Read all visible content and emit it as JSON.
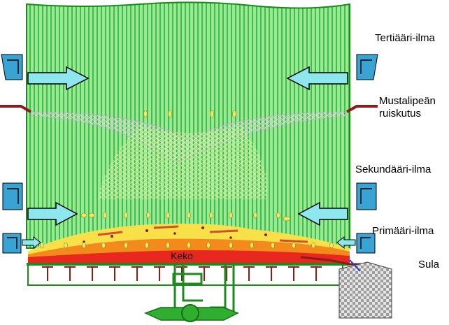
{
  "labels": {
    "tertiary_air": "Tertiääri-ilma",
    "liquor_spray_line1": "Mustalipeän",
    "liquor_spray_line2": "ruiskutus",
    "secondary_air": "Sekundääri-ilma",
    "primary_air": "Primääri-ilma",
    "smelt": "Sula",
    "bed": "Keko"
  },
  "colors": {
    "furnace_green": "#9be89b",
    "stripe_green": "#3fbf3f",
    "wall_green": "#1c8a1c",
    "air_arrow": "#8ee6ee",
    "windbox_blue": "#39a3d4",
    "droplet": "#f2e85a",
    "bed_red": "#e8271e",
    "bed_orange": "#f28a1c",
    "bed_yellow": "#f8e048",
    "spray_pink": "#d690d6",
    "liquor_pipe": "#8b1c1c",
    "smelt_spout": "#a0a0a0"
  }
}
